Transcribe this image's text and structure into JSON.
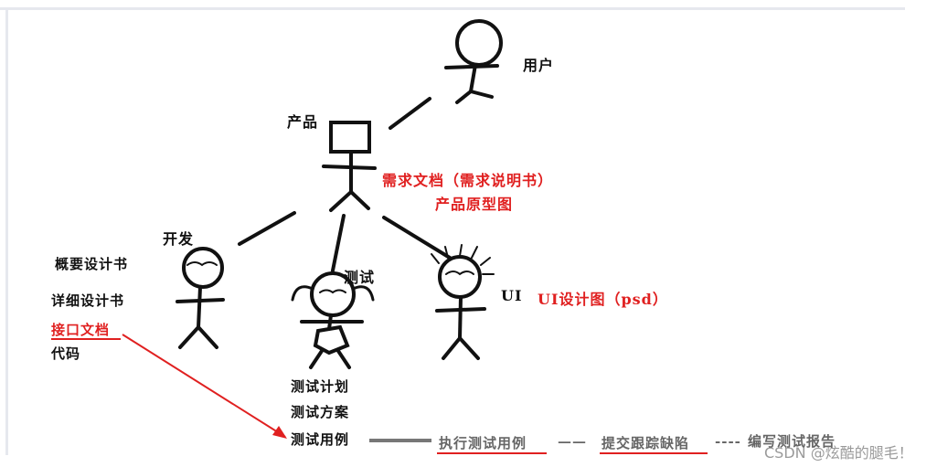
{
  "roles": {
    "user": "用户",
    "product": "产品",
    "dev": "开发",
    "test": "测试",
    "ui": "UI"
  },
  "product_docs": [
    "需求文档（需求说明书）",
    "产品原型图"
  ],
  "ui_doc": "UI设计图（psd）",
  "dev_docs": [
    "概要设计书",
    "详细设计书",
    "接口文档",
    "代码"
  ],
  "test_docs": [
    "测试计划",
    "测试方案",
    "测试用例"
  ],
  "flow": {
    "execute": "执行测试用例",
    "dash1": "——",
    "submit": "提交跟踪缺陷",
    "dash2": "----",
    "report": "编写测试报告"
  },
  "watermark": "CSDN @炫酷的腿毛！",
  "colors": {
    "accent": "#e02020",
    "line": "#111111",
    "gray_line": "#777777"
  }
}
